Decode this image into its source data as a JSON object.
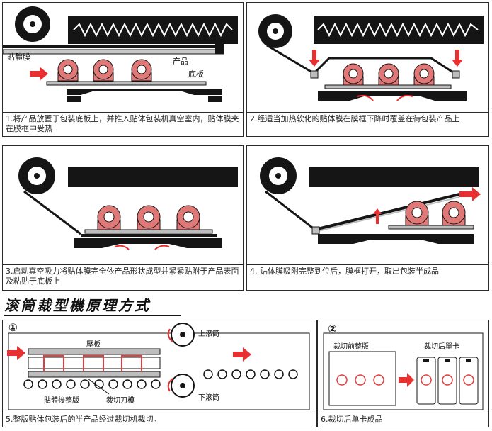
{
  "panels": [
    {
      "caption": "1.将产品放置于包装底板上，并推入贴体包装机真空室内，贴体膜夹在膜框中受热",
      "labels": {
        "film": "貼體膜",
        "product": "产品",
        "base": "底板"
      }
    },
    {
      "caption": "2.经适当加热软化的贴体膜在膜框下降时覆盖在待包装产品上"
    },
    {
      "caption": "3.启动真空吸力将贴体膜完全依产品形状成型并紧紧贴附于产品表面及粘贴于底板上"
    },
    {
      "caption": "4.      贴体膜吸附完整到位后，膜框打开，取出包装半成品"
    }
  ],
  "section_title": "滚筒裁型機原理方式",
  "panel5": {
    "number": "①",
    "caption": "5.整版贴体包装后的半产品经过裁切机裁切。",
    "labels": {
      "press": "壓板",
      "upper_roller": "上滚筒",
      "lower_roller": "下滚筒",
      "board": "貼體後整版",
      "cutter": "裁切刀模"
    }
  },
  "panel6": {
    "number": "②",
    "caption": "6.裁切后单卡成品",
    "labels": {
      "before": "裁切前整版",
      "after": "裁切后單卡"
    }
  },
  "colors": {
    "product": "#e07878",
    "arrow": "#e83030",
    "black": "#151515",
    "film_gray": "#bdbdbd",
    "cut_frame": "#e04040"
  }
}
